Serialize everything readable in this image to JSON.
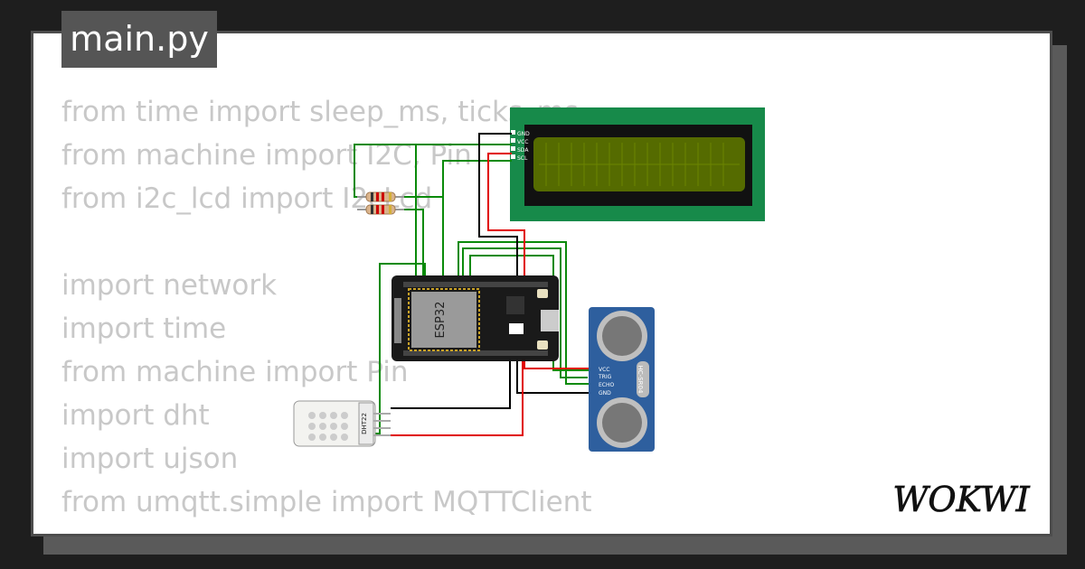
{
  "file_tab": {
    "label": "main.py"
  },
  "code_lines": [
    "from time import sleep_ms, ticks_ms",
    "from machine import I2C, Pin",
    "from i2c_lcd import I2cLcd",
    "",
    "import network",
    "import time",
    "from machine import Pin",
    "import dht",
    "import ujson",
    "from umqtt.simple import MQTTClient"
  ],
  "components": {
    "mcu": {
      "label": "ESP32"
    },
    "lcd": {
      "pins": [
        "GND",
        "VCC",
        "SDA",
        "SCL"
      ]
    },
    "ultrasonic": {
      "label": "HC-SR04",
      "pins": [
        "VCC",
        "TRIG",
        "ECHO",
        "GND"
      ]
    },
    "dht": {
      "label": "DHT22"
    }
  },
  "brand": {
    "name": "WOKWI"
  },
  "colors": {
    "background": "#1e1e1e",
    "card": "#ffffff",
    "tab": "#555555",
    "code_text": "#c8c8c8",
    "wire_green": "#0a8a0a",
    "wire_red": "#e00000",
    "wire_black": "#000000",
    "lcd_board": "#178a4a",
    "lcd_screen": "#556b00",
    "sensor_board": "#2e5f9e"
  }
}
